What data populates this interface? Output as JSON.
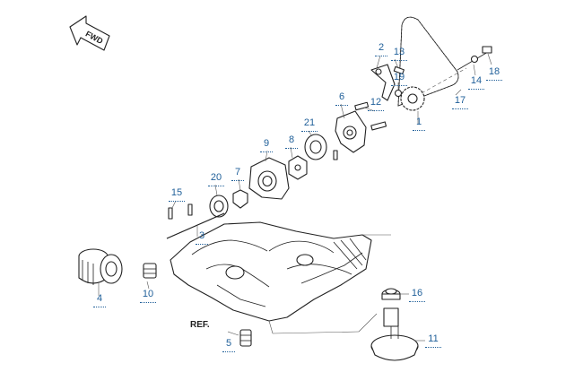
{
  "diagram": {
    "direction_marker": {
      "text": "FWD",
      "icon": "fwd-arrow-icon"
    },
    "ref_label": "REF.",
    "callouts": [
      {
        "id": "c1",
        "label": "1"
      },
      {
        "id": "c2",
        "label": "2"
      },
      {
        "id": "c3",
        "label": "3"
      },
      {
        "id": "c4",
        "label": "4"
      },
      {
        "id": "c5",
        "label": "5"
      },
      {
        "id": "c6",
        "label": "6"
      },
      {
        "id": "c7",
        "label": "7"
      },
      {
        "id": "c8",
        "label": "8"
      },
      {
        "id": "c9",
        "label": "9"
      },
      {
        "id": "c10",
        "label": "10"
      },
      {
        "id": "c11",
        "label": "11"
      },
      {
        "id": "c12",
        "label": "12"
      },
      {
        "id": "c13",
        "label": "13"
      },
      {
        "id": "c14",
        "label": "14"
      },
      {
        "id": "c15",
        "label": "15"
      },
      {
        "id": "c16",
        "label": "16"
      },
      {
        "id": "c17",
        "label": "17"
      },
      {
        "id": "c18",
        "label": "18"
      },
      {
        "id": "c19",
        "label": "19"
      },
      {
        "id": "c20",
        "label": "20"
      },
      {
        "id": "c21",
        "label": "21"
      }
    ],
    "colors": {
      "callout": "#1f5f99",
      "line": "#222222"
    }
  }
}
